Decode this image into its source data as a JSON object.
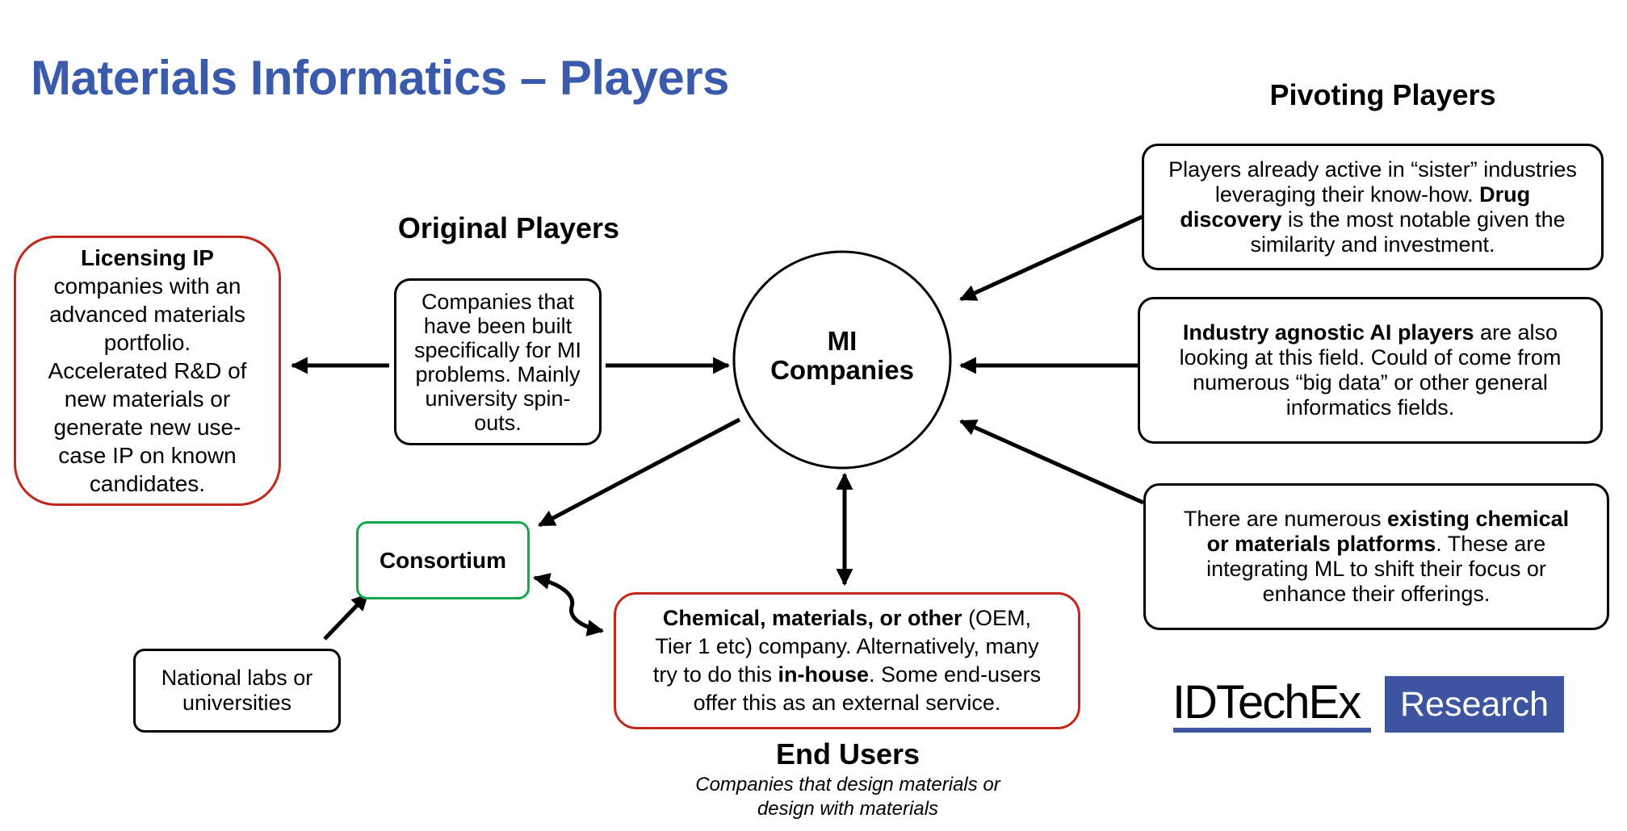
{
  "slide": {
    "title": "Materials Informatics – Players",
    "title_color": "#3a5bab"
  },
  "headings": {
    "original_players": "Original Players",
    "pivoting_players": "Pivoting Players",
    "end_users": "End Users",
    "end_users_subtitle_line1": "Companies that design materials or",
    "end_users_subtitle_line2": "design with materials"
  },
  "center": {
    "line1": "MI",
    "line2": "Companies"
  },
  "licensing_box": {
    "bold": "Licensing IP",
    "lines": [
      "companies with an",
      "advanced materials",
      "portfolio.",
      "Accelerated R&D of",
      "new materials or",
      "generate new use-",
      "case IP on known",
      "candidates."
    ],
    "border_color": "#c0281b"
  },
  "original_box": {
    "lines": [
      "Companies that",
      "have been built",
      "specifically for MI",
      "problems. Mainly",
      "university spin-",
      "outs."
    ]
  },
  "consortium_box": {
    "label": "Consortium",
    "border_color": "#12a84b"
  },
  "national_labs_box": {
    "lines": [
      "National labs or",
      "universities"
    ]
  },
  "end_user_box": {
    "bold1": "Chemical, materials, or other",
    "text1": " (OEM,",
    "line2": "Tier 1 etc) company. Alternatively, many",
    "text3a": "try to do this ",
    "bold3": "in-house",
    "text3b": ". Some end-users",
    "line4": "offer this as an external service.",
    "border_color": "#c0281b"
  },
  "pivot_boxes": [
    {
      "line1": "Players already active in “sister” industries",
      "line2a": "leveraging their know-how. ",
      "line2b_bold": "Drug",
      "line3a_bold": "discovery",
      "line3b": " is the most notable given the",
      "line4": "similarity and investment."
    },
    {
      "line1a_bold": "Industry agnostic AI players",
      "line1b": " are also",
      "line2": "looking at this field. Could of come from",
      "line3": "numerous “big data” or other general",
      "line4": "informatics fields."
    },
    {
      "line1a": "There are numerous ",
      "line1b_bold": "existing chemical",
      "line2a_bold": "or materials platforms",
      "line2b": ". These are",
      "line3": "integrating ML to shift their focus or",
      "line4": "enhance their offerings."
    }
  ],
  "logo": {
    "brand": "IDTechEx",
    "tag": "Research",
    "brand_color": "#3d54a0"
  }
}
